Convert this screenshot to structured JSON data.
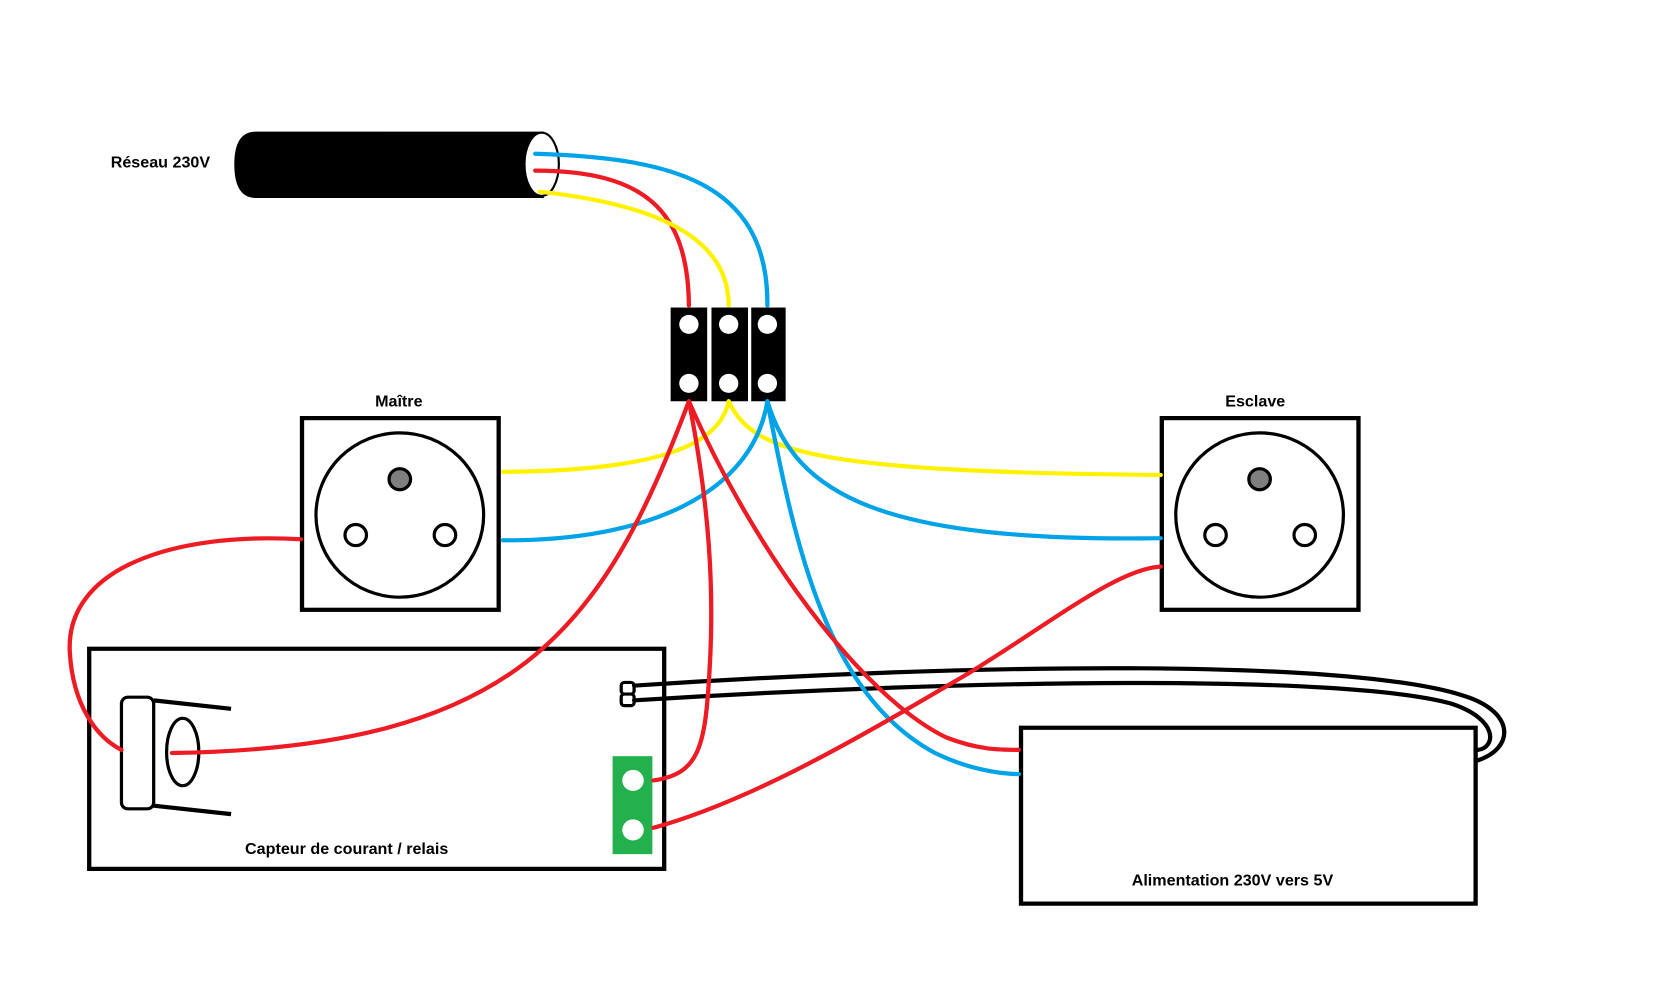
{
  "colors": {
    "phase": "#ed1c24",
    "neutral": "#00a2e8",
    "earth": "#fff200",
    "control": "#000000",
    "terminal_green": "#22b14c",
    "pin_grey": "#7f7f7f"
  },
  "labels": {
    "mains": "Réseau 230V",
    "master_socket": "Maître",
    "slave_socket": "Esclave",
    "sensor_module": "Capteur de courant / relais",
    "power_supply": "Alimentation 230V vers 5V"
  },
  "components": [
    {
      "id": "mains-cable",
      "label": "Réseau 230V",
      "conductors": [
        "neutral",
        "phase",
        "earth"
      ]
    },
    {
      "id": "terminal-block",
      "terminals": 3,
      "order": [
        "phase",
        "earth",
        "neutral"
      ]
    },
    {
      "id": "master-socket",
      "label": "Maître"
    },
    {
      "id": "slave-socket",
      "label": "Esclave"
    },
    {
      "id": "sensor-relay-module",
      "label": "Capteur de courant / relais",
      "relay_terminals": 2
    },
    {
      "id": "power-supply",
      "label": "Alimentation 230V vers 5V"
    }
  ],
  "connections": [
    {
      "from": "mains-cable",
      "to": "terminal-block",
      "conductor": "phase"
    },
    {
      "from": "mains-cable",
      "to": "terminal-block",
      "conductor": "earth"
    },
    {
      "from": "mains-cable",
      "to": "terminal-block",
      "conductor": "neutral"
    },
    {
      "from": "terminal-block",
      "to": "master-socket",
      "conductor": "earth"
    },
    {
      "from": "terminal-block",
      "to": "master-socket",
      "conductor": "neutral"
    },
    {
      "from": "terminal-block",
      "to": "slave-socket",
      "conductor": "earth"
    },
    {
      "from": "terminal-block",
      "to": "slave-socket",
      "conductor": "neutral"
    },
    {
      "from": "master-socket",
      "to": "sensor-relay-module",
      "conductor": "phase",
      "via": "current-sensor"
    },
    {
      "from": "terminal-block",
      "to": "sensor-relay-module",
      "conductor": "phase",
      "via": "current-sensor"
    },
    {
      "from": "terminal-block",
      "to": "sensor-relay-module",
      "conductor": "phase",
      "via": "relay-terminal-1"
    },
    {
      "from": "sensor-relay-module",
      "to": "slave-socket",
      "conductor": "phase",
      "via": "relay-terminal-2"
    },
    {
      "from": "terminal-block",
      "to": "power-supply",
      "conductor": "phase"
    },
    {
      "from": "terminal-block",
      "to": "power-supply",
      "conductor": "neutral"
    },
    {
      "from": "power-supply",
      "to": "sensor-relay-module",
      "conductor": "control",
      "note": "5V supply pair"
    }
  ]
}
